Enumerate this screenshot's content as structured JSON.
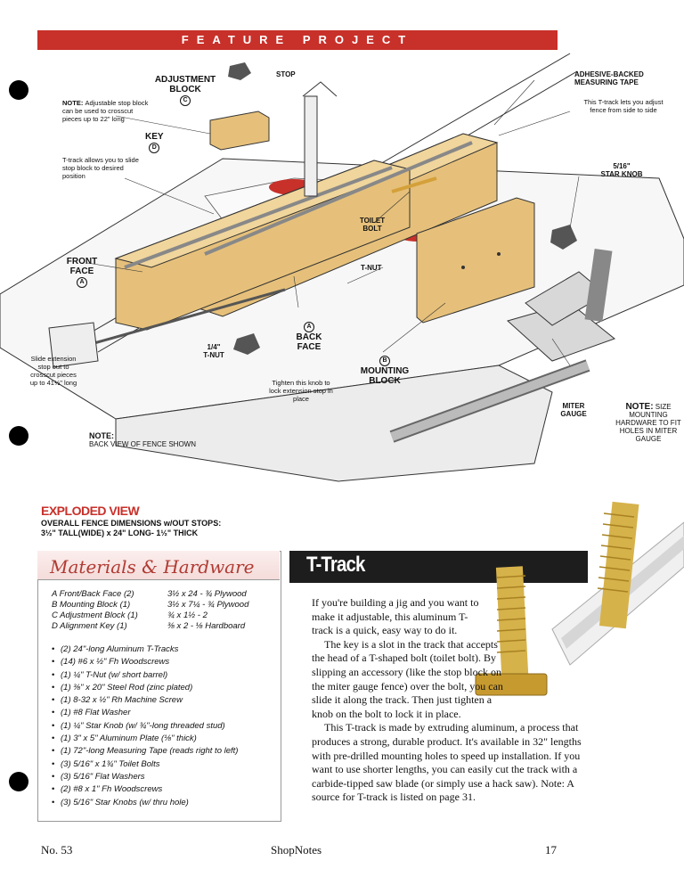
{
  "banner": "FEATURE PROJECT",
  "labels": {
    "adjustment_block": "ADJUSTMENT BLOCK",
    "adjustment_block_ref": "C",
    "stop": "STOP",
    "adhesive_tape": "ADHESIVE-BACKED MEASURING TAPE",
    "ttrack_note": "This T-track lets you adjust fence from side to side",
    "star_knob_size": "5/16\"",
    "star_knob": "STAR KNOB",
    "key": "KEY",
    "key_ref": "D",
    "note_label": "NOTE:",
    "note_stop": "Adjustable stop block can be used to crosscut pieces up to 22\" long",
    "slide_note": "T-track allows you to slide stop block to desired position",
    "toilet_bolt": "TOILET BOLT",
    "t_nut_top": "T-NUT",
    "front_face": "FRONT FACE",
    "front_face_ref": "A",
    "back_face": "BACK FACE",
    "back_face_ref": "A",
    "t_nut_size": "1/4\"",
    "t_nut": "T-NUT",
    "mounting_block": "MOUNTING BLOCK",
    "mounting_block_ref": "B",
    "tighten_note": "Tighten this knob to lock extension stop in place",
    "slide_ext_note": "Slide extension stop out to crosscut pieces up to 41½\" long",
    "back_view_note": "NOTE:",
    "back_view_text": "BACK VIEW OF FENCE SHOWN",
    "miter_gauge": "MITER GAUGE",
    "size_note_label": "NOTE:",
    "size_note": "SIZE MOUNTING HARDWARE TO FIT HOLES IN MITER GAUGE"
  },
  "exploded": {
    "title": "EXPLODED VIEW",
    "sub1": "OVERALL FENCE DIMENSIONS w/OUT STOPS:",
    "sub2": "3½\" TALL(WIDE) x 24\" LONG- 1½\" THICK"
  },
  "materials": {
    "title": "Materials & Hardware",
    "parts": [
      {
        "name": "A  Front/Back Face (2)",
        "size": "3½ x 24 - ¾ Plywood"
      },
      {
        "name": "B  Mounting Block (1)",
        "size": "3½ x 7¼ - ¾ Plywood"
      },
      {
        "name": "C  Adjustment Block (1)",
        "size": "¾ x 1½ - 2"
      },
      {
        "name": "D  Alignment Key (1)",
        "size": "⅜ x 2 - ⅛ Hardboard"
      }
    ],
    "hardware": [
      "(2)  24\"-long Aluminum T-Tracks",
      "(14)  #6 x ½\" Fh Woodscrews",
      "(1)  ¼\" T-Nut (w/ short barrel)",
      "(1)  ⅜\" x 20\" Steel Rod (zinc plated)",
      "(1)  8-32 x ½\" Rh Machine Screw",
      "(1)  #8 Flat Washer",
      "(1)  ¼\" Star Knob (w/ ¾\"-long threaded stud)",
      "(1)  3\" x 5\" Aluminum Plate (⅛\" thick)",
      "(1)  72\"-long Measuring Tape (reads right to left)",
      "(3)  5/16\" x 1¾\" Toilet Bolts",
      "(3)  5/16\" Flat Washers",
      "(2)  #8 x 1\" Fh Woodscrews",
      "(3)  5/16\" Star Knobs (w/ thru hole)"
    ]
  },
  "ttrack": {
    "title": "T-Track",
    "p1": "If you're building a jig and you want to make it adjustable, this aluminum T-track is a quick, easy way to do it.",
    "p2": "The key is a slot in the track that accepts the head of a T-shaped bolt (toilet bolt). By slipping an accessory (like the stop block on the miter gauge fence) over the bolt, you can slide it along the track. Then just tighten a knob on the bolt to lock it in place.",
    "p3": "This T-track is made by extruding aluminum, a process that produces a strong, durable product. It's available in 32\" lengths with pre-drilled mounting holes to speed up installation. If you want to use shorter lengths, you can easily cut the track with a carbide-tipped saw blade (or simply use a hack saw). Note: A source for T-track is listed on page 31."
  },
  "footer": {
    "issue": "No. 53",
    "mag": "ShopNotes",
    "page": "17"
  },
  "colors": {
    "banner": "#c8302a",
    "wood": "#e6c07a",
    "accent_title": "#b03a33"
  }
}
